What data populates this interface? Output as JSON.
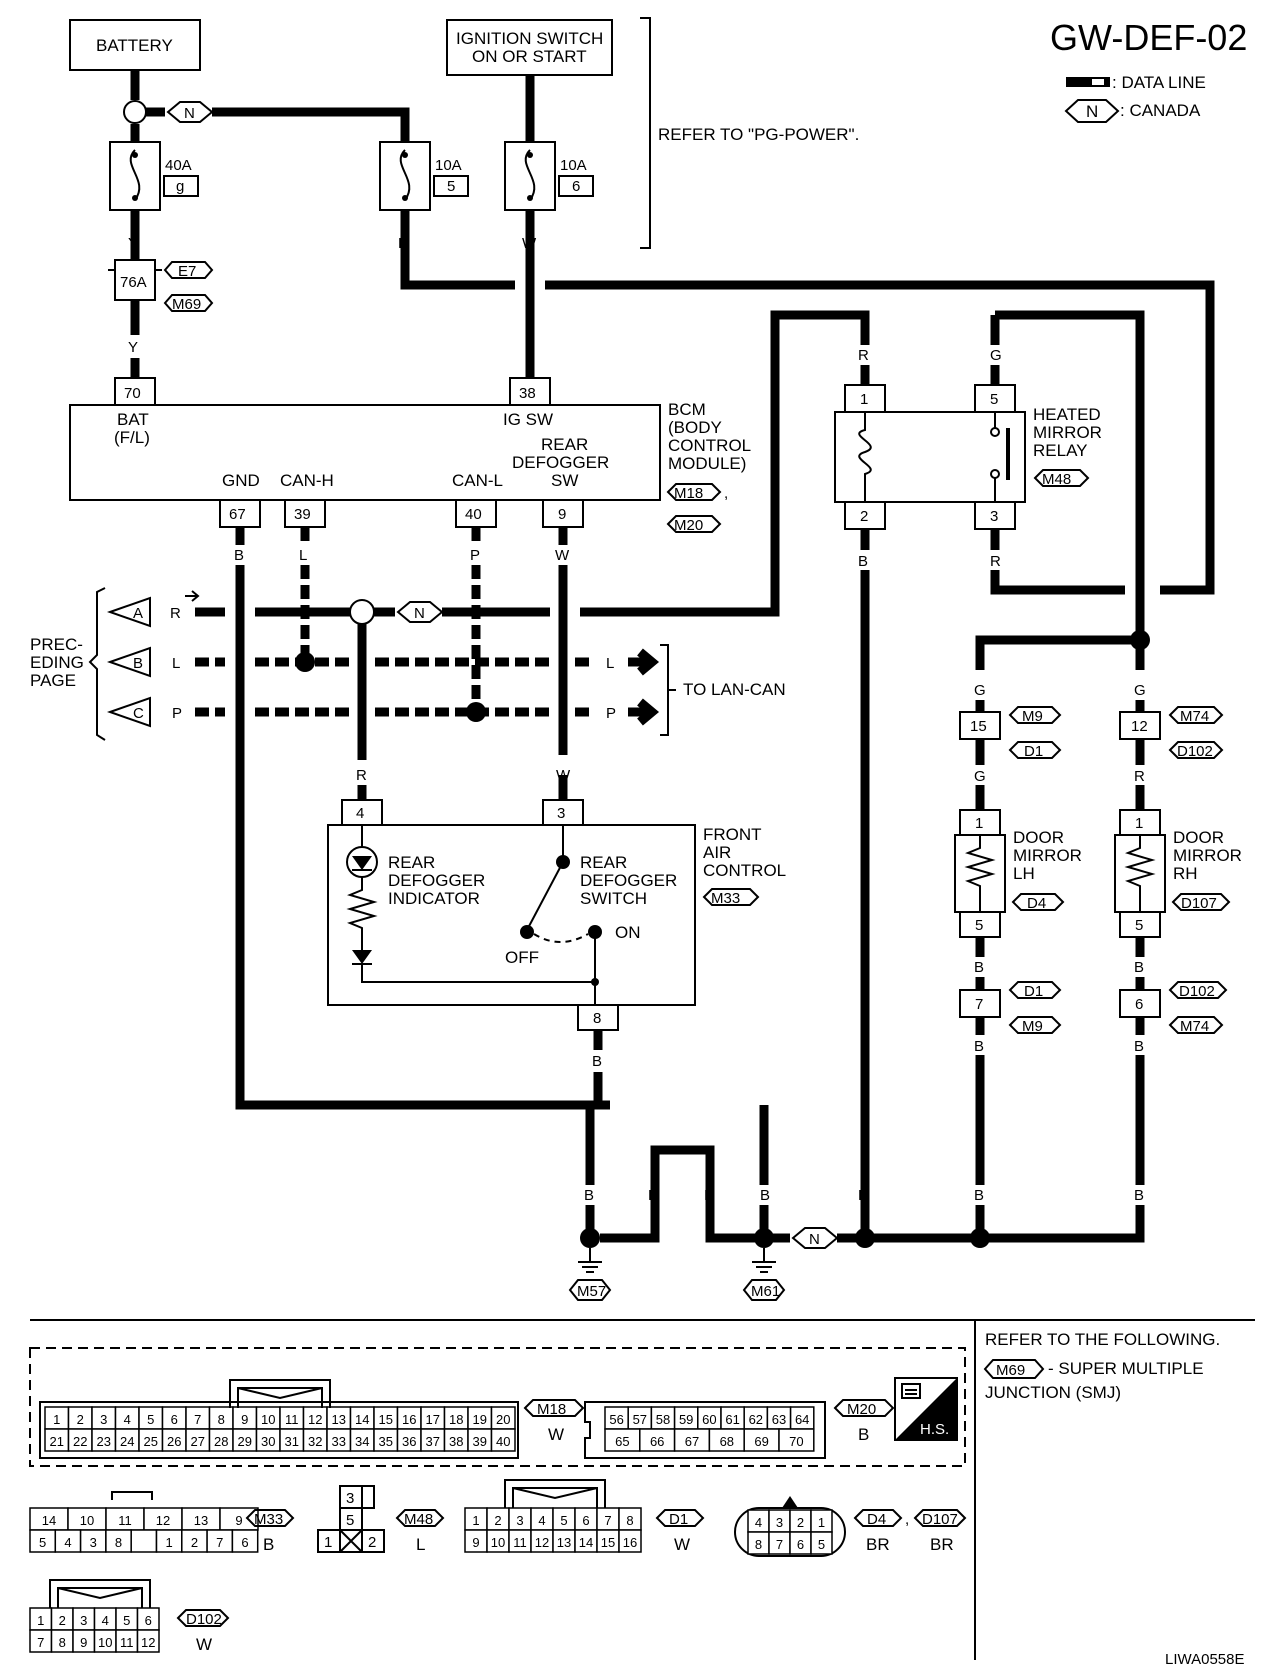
{
  "title": "GW-DEF-02",
  "legend": {
    "data_line": ": DATA LINE",
    "canada_mark": "N",
    "canada": ": CANADA"
  },
  "supply": {
    "battery": "BATTERY",
    "ignition_line1": "IGNITION SWITCH",
    "ignition_line2": "ON OR START",
    "refer": "REFER TO \"PG-POWER\".",
    "fuse_40a": {
      "rating": "40A",
      "id": "g"
    },
    "fuse_10a_5": {
      "rating": "10A",
      "id": "5"
    },
    "fuse_10a_6": {
      "rating": "10A",
      "id": "6"
    },
    "fusible_link": "76A",
    "conn_e7": "E7",
    "conn_m69": "M69"
  },
  "wire_colors": {
    "y": "Y",
    "r": "R",
    "w": "W",
    "g": "G",
    "b": "B",
    "l": "L",
    "p": "P",
    "n": "N"
  },
  "bcm": {
    "name_line1": "BCM",
    "name_line2": "(BODY",
    "name_line3": "CONTROL",
    "name_line4": "MODULE)",
    "conn1": "M18",
    "conn2": "M20",
    "bat_line1": "BAT",
    "bat_line2": "(F/L)",
    "ig_sw": "IG SW",
    "rear_line1": "REAR",
    "rear_line2": "DEFOGGER",
    "rear_line3": "SW",
    "gnd": "GND",
    "can_h": "CAN-H",
    "can_l": "CAN-L",
    "pins": {
      "bat": "70",
      "ig": "38",
      "gnd": "67",
      "canh": "39",
      "canl": "40",
      "sw": "9"
    }
  },
  "preceding": {
    "line1": "PREC-",
    "line2": "EDING",
    "line3": "PAGE",
    "a": "A",
    "b": "B",
    "c": "C",
    "to_lan": "TO LAN-CAN"
  },
  "relay": {
    "line1": "HEATED",
    "line2": "MIRROR",
    "line3": "RELAY",
    "conn": "M48",
    "pins": {
      "p1": "1",
      "p2": "2",
      "p3": "3",
      "p5": "5"
    }
  },
  "mirror_lh": {
    "pin_a": "15",
    "conn_a1": "M9",
    "conn_a2": "D1",
    "line1": "DOOR",
    "line2": "MIRROR",
    "line3": "LH",
    "conn": "D4",
    "p1": "1",
    "p5": "5",
    "pin_b": "7",
    "conn_b1": "D1",
    "conn_b2": "M9"
  },
  "mirror_rh": {
    "pin_a": "12",
    "conn_a1": "M74",
    "conn_a2": "D102",
    "line1": "DOOR",
    "line2": "MIRROR",
    "line3": "RH",
    "conn": "D107",
    "p1": "1",
    "p5": "5",
    "pin_b": "6",
    "conn_b1": "D102",
    "conn_b2": "M74"
  },
  "fac": {
    "title_line1": "FRONT",
    "title_line2": "AIR",
    "title_line3": "CONTROL",
    "conn": "M33",
    "ind_line1": "REAR",
    "ind_line2": "DEFOGGER",
    "ind_line3": "INDICATOR",
    "sw_line1": "REAR",
    "sw_line2": "DEFOGGER",
    "sw_line3": "SWITCH",
    "off": "OFF",
    "on": "ON",
    "pins": {
      "p4": "4",
      "p3": "3",
      "p8": "8"
    }
  },
  "grounds": {
    "m57": "M57",
    "m61": "M61"
  },
  "refer_following": {
    "line1": "REFER TO THE FOLLOWING.",
    "conn": "M69",
    "line2": "- SUPER MULTIPLE",
    "line3": "JUNCTION (SMJ)"
  },
  "connectors": {
    "m18": {
      "name": "M18",
      "color": "W",
      "row1": [
        "1",
        "2",
        "3",
        "4",
        "5",
        "6",
        "7",
        "8",
        "9",
        "10",
        "11",
        "12",
        "13",
        "14",
        "15",
        "16",
        "17",
        "18",
        "19",
        "20"
      ],
      "row2": [
        "21",
        "22",
        "23",
        "24",
        "25",
        "26",
        "27",
        "28",
        "29",
        "30",
        "31",
        "32",
        "33",
        "34",
        "35",
        "36",
        "37",
        "38",
        "39",
        "40"
      ]
    },
    "m20": {
      "name": "M20",
      "color": "B",
      "row1": [
        "56",
        "57",
        "58",
        "59",
        "60",
        "61",
        "62",
        "63",
        "64"
      ],
      "row2": [
        "65",
        "66",
        "67",
        "68",
        "69",
        "70"
      ]
    },
    "hs": "H.S.",
    "m33": {
      "name": "M33",
      "color": "B",
      "row1": [
        "14",
        "10",
        "11",
        "12",
        "13",
        "9"
      ],
      "row2": [
        "5",
        "4",
        "3",
        "8",
        "",
        "1",
        "2",
        "7",
        "6"
      ]
    },
    "m48": {
      "name": "M48",
      "color": "L",
      "p3": "3",
      "p5": "5",
      "p1": "1",
      "p2": "2"
    },
    "d1": {
      "name": "D1",
      "color": "W",
      "row1": [
        "1",
        "2",
        "3",
        "4",
        "5",
        "6",
        "7",
        "8"
      ],
      "row2": [
        "9",
        "10",
        "11",
        "12",
        "13",
        "14",
        "15",
        "16"
      ]
    },
    "d4": {
      "name": "D4",
      "color": "BR",
      "sep": ",",
      "row1": [
        "4",
        "3",
        "2",
        "1"
      ],
      "row2": [
        "8",
        "7",
        "6",
        "5"
      ]
    },
    "d107": {
      "name": "D107",
      "color": "BR"
    },
    "d102": {
      "name": "D102",
      "color": "W",
      "row1": [
        "1",
        "2",
        "3",
        "4",
        "5",
        "6"
      ],
      "row2": [
        "7",
        "8",
        "9",
        "10",
        "11",
        "12"
      ]
    }
  },
  "footer_code": "LIWA0558E"
}
